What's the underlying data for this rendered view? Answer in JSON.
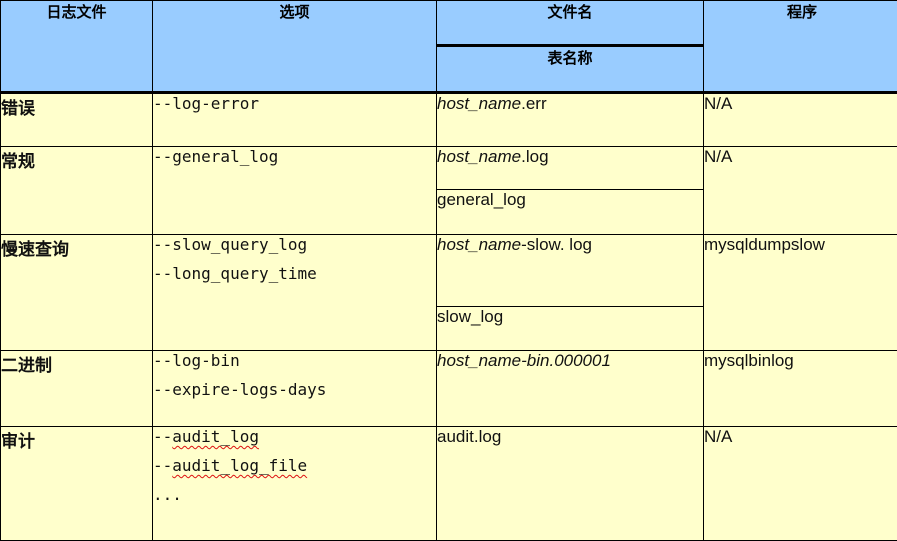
{
  "header": {
    "log_file": "日志文件",
    "option": "选项",
    "file_name": "文件名",
    "table_name": "表名称",
    "program": "程序"
  },
  "rows": [
    {
      "name": "错误",
      "options": [
        "--log-error"
      ],
      "file_host": "host_name",
      "file_suffix": ".err",
      "table": "",
      "program": "N/A"
    },
    {
      "name": "常规",
      "options": [
        "--general_log"
      ],
      "file_host": "host_name",
      "file_suffix": ".log",
      "table": "general_log",
      "program": "N/A"
    },
    {
      "name": "慢速查询",
      "options": [
        "--slow_query_log",
        "--long_query_time"
      ],
      "file_host": "host_name",
      "file_suffix": "-slow. log",
      "table": "slow_log",
      "program": "mysqldumpslow"
    },
    {
      "name": "二进制",
      "options": [
        "--log-bin",
        "--expire-logs-days"
      ],
      "file_host": "host_name",
      "file_suffix": "-bin.000001",
      "table": "",
      "program": "mysqlbinlog"
    },
    {
      "name": "审计",
      "options": [
        "--audit_log",
        "--audit_log_file",
        "..."
      ],
      "file_host": "",
      "file_suffix": "audit.log",
      "table": "",
      "program": "N/A"
    }
  ]
}
